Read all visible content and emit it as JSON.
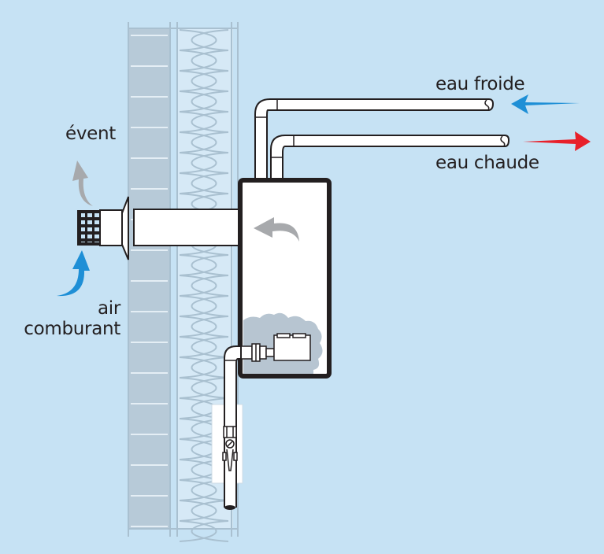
{
  "diagram": {
    "title": "Chauffe-eau sans réservoir installé au mur",
    "labels": {
      "vent": "évent",
      "combustion_air_line1": "air",
      "combustion_air_line2": "comburant",
      "cold_water": "eau froide",
      "hot_water": "eau chaude"
    },
    "colors": {
      "background": "#c6e2f4",
      "wall_masonry": "#b7cad8",
      "insulation_fill": "#d6e9f6",
      "insulation_lines": "#a9c0d0",
      "outline": "#231f20",
      "pipe_fill": "#ffffff",
      "cold_arrow": "#1e8fd6",
      "hot_arrow": "#e8202a",
      "flow_arrow_grey": "#a7a9ac",
      "burner_cloud": "#b7c5d1"
    },
    "flows": [
      {
        "name": "vent-exhaust",
        "direction": "up",
        "color_key": "flow_arrow_grey"
      },
      {
        "name": "combustion-air-intake",
        "direction": "up",
        "color_key": "cold_arrow"
      },
      {
        "name": "cold-water-in",
        "direction": "left",
        "color_key": "cold_arrow"
      },
      {
        "name": "hot-water-out",
        "direction": "right",
        "color_key": "hot_arrow"
      },
      {
        "name": "internal-exhaust",
        "direction": "left",
        "color_key": "flow_arrow_grey"
      }
    ]
  }
}
